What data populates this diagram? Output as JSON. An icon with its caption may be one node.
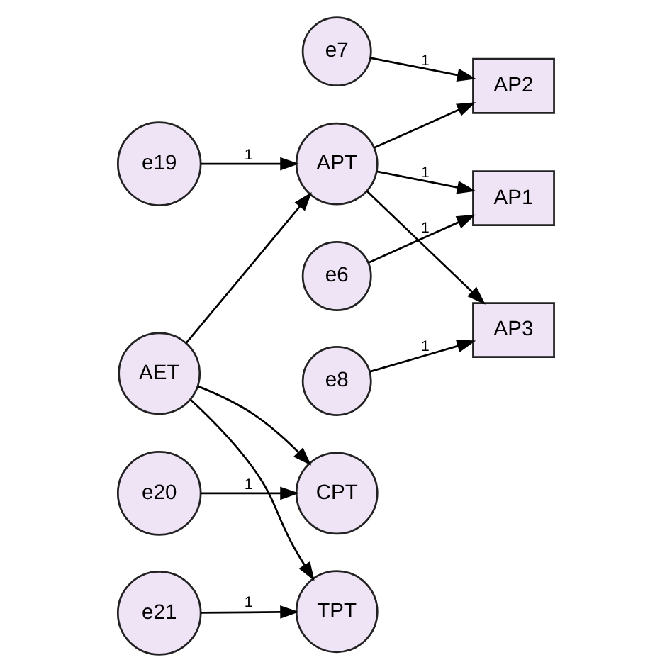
{
  "diagram": {
    "nodes": [
      {
        "text": [
          "e6"
        ]
      },
      {
        "text": [
          "e7"
        ]
      },
      {
        "text": [
          "e8"
        ]
      },
      {
        "text": [
          "e19"
        ]
      },
      {
        "text": [
          "AP1"
        ]
      },
      {
        "text": [
          "AP2"
        ]
      },
      {
        "text": [
          "AP3"
        ]
      },
      {
        "text": [
          "APT"
        ]
      },
      {
        "text": [
          "e20"
        ]
      },
      {
        "text": [
          "CPT"
        ]
      },
      {
        "text": [
          "AET"
        ]
      },
      {
        "text": [
          "e21"
        ]
      },
      {
        "text": [
          "TPT"
        ]
      }
    ],
    "edges": [
      {
        "from": 0,
        "to": 4,
        "arrow": "to",
        "label": "1"
      },
      {
        "from": 1,
        "to": 5,
        "arrow": "to",
        "label": "1"
      },
      {
        "from": 2,
        "to": 6,
        "arrow": "to",
        "label": "1"
      },
      {
        "from": 7,
        "to": 4,
        "arrow": "to",
        "label": "1"
      },
      {
        "from": 7,
        "to": 5,
        "arrow": "to"
      },
      {
        "from": 7,
        "to": 6,
        "arrow": "to"
      },
      {
        "from": 3,
        "to": 7,
        "arrow": "to",
        "label": "1"
      },
      {
        "from": 10,
        "to": 7,
        "arrow": "to"
      },
      {
        "from": 8,
        "to": 9,
        "arrow": "to",
        "label": "1"
      },
      {
        "from": 10,
        "to": 9,
        "arrow": "to"
      },
      {
        "from": 11,
        "to": 12,
        "arrow": "to",
        "label": "1"
      },
      {
        "from": 10,
        "to": 12,
        "arrow": "to"
      }
    ]
  }
}
